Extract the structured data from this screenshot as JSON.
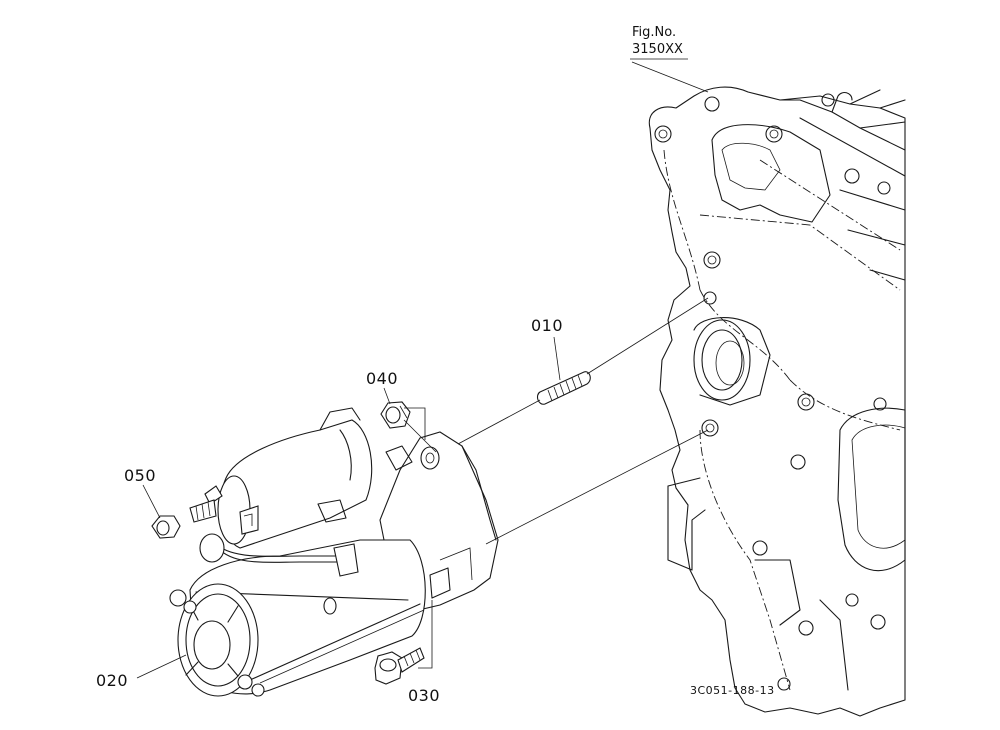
{
  "figure": {
    "fig_label": "Fig.No.",
    "fig_number": "3150XX",
    "drawing_code": "3C051-188-13"
  },
  "callouts": [
    {
      "id": "010",
      "text": "010"
    },
    {
      "id": "020",
      "text": "020"
    },
    {
      "id": "030",
      "text": "030"
    },
    {
      "id": "040",
      "text": "040"
    },
    {
      "id": "050",
      "text": "050"
    }
  ]
}
